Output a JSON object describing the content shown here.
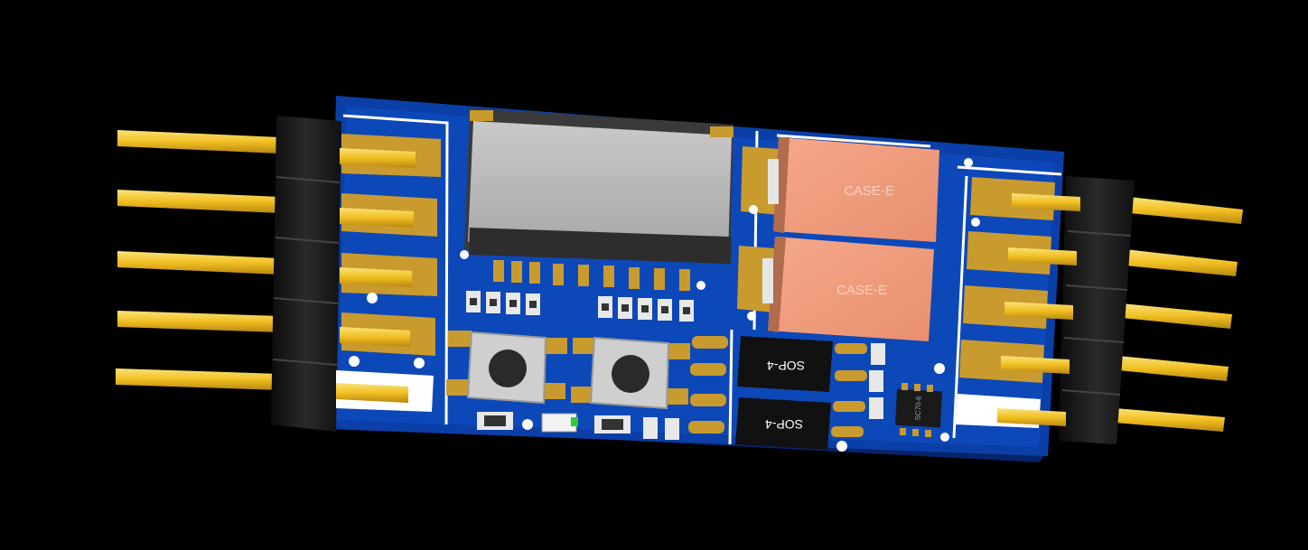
{
  "scene": {
    "background": "#000000",
    "board_color": "#0a3ea6",
    "pad_color": "#c99a2e",
    "pin_color": "#f3c52a",
    "header_color": "#1a1a1a"
  },
  "components": {
    "capacitor_top": "CASE-E",
    "capacitor_bottom": "CASE-E",
    "sop_top": "SOP-4",
    "sop_bottom": "SOP-4",
    "sc70": "SC70-6"
  }
}
